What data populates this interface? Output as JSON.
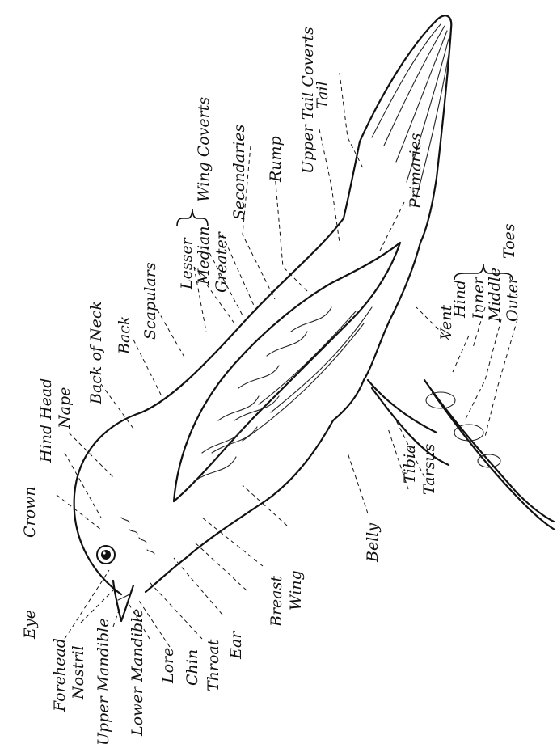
{
  "labels": {
    "crown": "Crown",
    "hind_head": "Hind Head",
    "nape": "Nape",
    "back_of_neck": "Back of Neck",
    "back": "Back",
    "scapulars": "Scapulars",
    "lesser": "Lesser",
    "median": "Median",
    "greater": "Greater",
    "wing_coverts": "Wing Coverts",
    "secondaries": "Secondaries",
    "rump": "Rump",
    "upper_tail_coverts": "Upper Tail Coverts",
    "tail": "Tail",
    "primaries": "Primaries",
    "toes": "Toes",
    "hind": "Hind",
    "inner": "Inner",
    "middle": "Middle",
    "outer": "Outer",
    "vent": "Vent",
    "tibia": "Tibia",
    "tarsus": "Tarsus",
    "belly": "Belly",
    "wing": "Wing",
    "breast": "Breast",
    "ear": "Ear",
    "throat": "Throat",
    "chin": "Chin",
    "lore": "Lore",
    "lower_mandible": "Lower Mandible",
    "upper_mandible": "Upper Mandible",
    "nostril": "Nostril",
    "forehead": "Forehead",
    "eye": "Eye"
  }
}
